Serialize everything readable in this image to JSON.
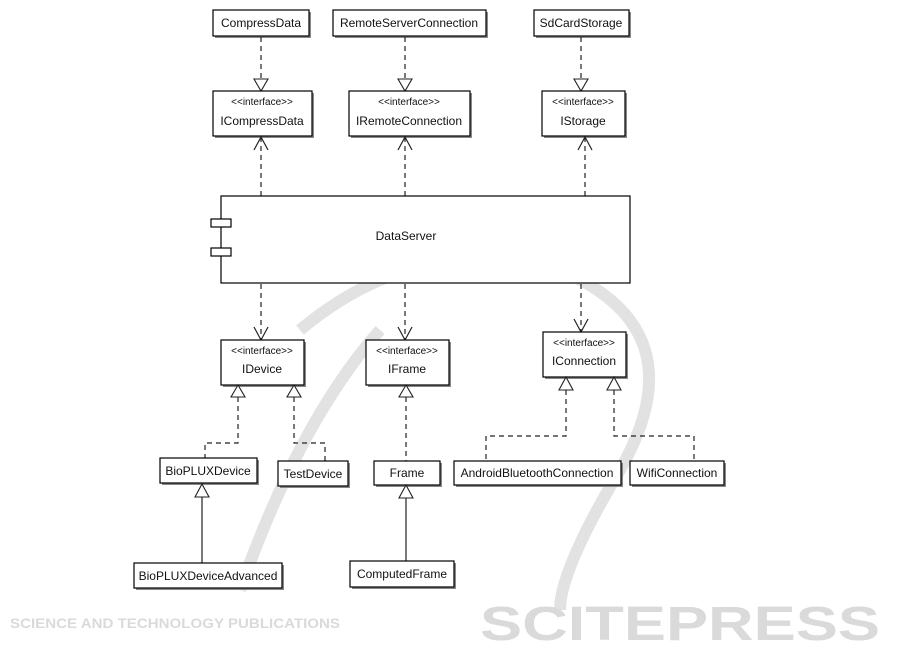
{
  "watermark": {
    "main": "SCITEPRESS",
    "sub": "SCIENCE AND TECHNOLOGY PUBLICATIONS"
  },
  "stereotype": "<<interface>>",
  "implementations_top": {
    "compress": "CompressData",
    "remote": "RemoteServerConnection",
    "storage": "SdCardStorage"
  },
  "interfaces": {
    "compress": "ICompressData",
    "remote": "IRemoteConnection",
    "storage": "IStorage",
    "device": "IDevice",
    "frame": "IFrame",
    "connection": "IConnection"
  },
  "component": "DataServer",
  "classes": {
    "bioplux": "BioPLUXDevice",
    "test": "TestDevice",
    "frame": "Frame",
    "android": "AndroidBluetoothConnection",
    "wifi": "WifiConnection",
    "bioplux_adv": "BioPLUXDeviceAdvanced",
    "computed": "ComputedFrame"
  }
}
